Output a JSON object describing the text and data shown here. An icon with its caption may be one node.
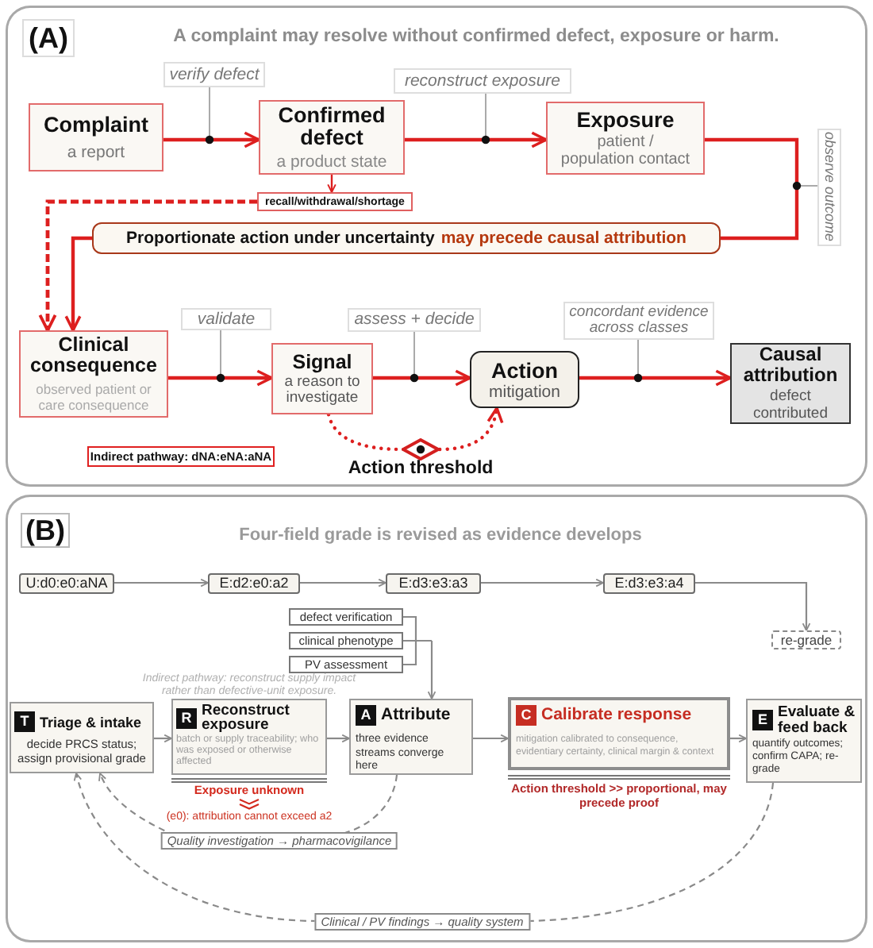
{
  "diagram": {
    "nodes": [
      {
        "text": [
          "(A)",
          "A complaint may resolve without confirmed defect, exposure or harm."
        ]
      },
      {
        "text": [
          "Complaint",
          "a report"
        ],
        "in": 0
      },
      {
        "text": [
          "Confirmed defect",
          "a product state"
        ],
        "in": 0
      },
      {
        "text": [
          "Exposure",
          "patient / population contact"
        ],
        "in": 0
      },
      {
        "text": [
          "recall/withdrawal/shortage"
        ],
        "in": 0
      },
      {
        "text": [
          "Proportionate action under uncertainty",
          "may precede causal attribution"
        ],
        "in": 0
      },
      {
        "text": [
          "Clinical consequence",
          "observed patient or care consequence"
        ],
        "in": 0
      },
      {
        "text": [
          "Signal",
          "a reason to investigate"
        ],
        "in": 0
      },
      {
        "text": [
          "Action",
          "mitigation"
        ],
        "in": 0
      },
      {
        "text": [
          "Causal attribution",
          "defect contributed"
        ],
        "in": 0
      },
      {
        "text": [],
        "shape": "diamond",
        "beside": [
          "Action threshold"
        ],
        "in": 0
      },
      {
        "text": [
          "Indirect pathway: dNA:eNA:aNA"
        ],
        "in": 0
      },
      {
        "text": [
          "(B)",
          "Four-field grade is revised as evidence develops"
        ]
      },
      {
        "text": [
          "U:d0:e0:aNA"
        ],
        "in": 12
      },
      {
        "text": [
          "E:d2:e0:a2"
        ],
        "in": 12
      },
      {
        "text": [
          "E:d3:e3:a3"
        ],
        "in": 12
      },
      {
        "text": [
          "E:d3:e3:a4"
        ],
        "in": 12
      },
      {
        "text": [
          "re-grade"
        ],
        "in": 12
      },
      {
        "text": [
          "defect verification"
        ],
        "in": 12
      },
      {
        "text": [
          "clinical phenotype"
        ],
        "in": 12
      },
      {
        "text": [
          "PV assessment"
        ],
        "in": 12
      },
      {
        "text": [
          "T",
          "Triage & intake",
          "decide PRCS status; assign provisional grade"
        ],
        "in": 12
      },
      {
        "text": [
          "R",
          "Reconstruct exposure",
          "batch or supply traceability; who was exposed or otherwise affected"
        ],
        "in": 12,
        "beside": [
          "Indirect pathway: reconstruct supply impact rather than defective-unit exposure.",
          "Exposure unknown",
          "(e0): attribution cannot exceed a2"
        ]
      },
      {
        "text": [
          "A",
          "Attribute",
          "three evidence streams converge here"
        ],
        "in": 12
      },
      {
        "text": [
          "C",
          "Calibrate response",
          "mitigation calibrated to consequence, evidentiary certainty, clinical margin & context"
        ],
        "in": 12,
        "beside": [
          "Action threshold >> proportional, may precede proof"
        ]
      },
      {
        "text": [
          "E",
          "Evaluate & feed back",
          "quantify outcomes; confirm CAPA; re-grade"
        ],
        "in": 12
      }
    ],
    "edges": [
      {
        "from": 1,
        "to": 2,
        "arrow": "to",
        "label": "verify defect",
        "color": "#dd1f1f"
      },
      {
        "from": 2,
        "to": 3,
        "arrow": "to",
        "label": "reconstruct exposure",
        "color": "#dd1f1f"
      },
      {
        "from": 2,
        "to": 4,
        "arrow": "to",
        "color": "#dd1f1f"
      },
      {
        "from": 3,
        "to": 5,
        "arrow": "none",
        "label": "observe outcome",
        "color": "#dd1f1f"
      },
      {
        "from": 4,
        "to": 6,
        "arrow": "to",
        "style": "dashed",
        "color": "#dd1f1f"
      },
      {
        "from": 5,
        "to": 6,
        "arrow": "to",
        "color": "#dd1f1f"
      },
      {
        "from": 6,
        "to": 7,
        "arrow": "to",
        "label": "validate",
        "color": "#dd1f1f"
      },
      {
        "from": 7,
        "to": 8,
        "arrow": "to",
        "label": "assess + decide",
        "color": "#dd1f1f"
      },
      {
        "from": 8,
        "to": 9,
        "arrow": "to",
        "label": "concordant evidence across classes",
        "color": "#dd1f1f"
      },
      {
        "from": 7,
        "to": 10,
        "arrow": "none",
        "style": "dashed",
        "color": "#dd1f1f"
      },
      {
        "from": 10,
        "to": 8,
        "arrow": "to",
        "style": "dashed",
        "color": "#dd1f1f"
      },
      {
        "from": 13,
        "to": 14,
        "arrow": "to"
      },
      {
        "from": 14,
        "to": 15,
        "arrow": "to"
      },
      {
        "from": 15,
        "to": 16,
        "arrow": "to"
      },
      {
        "from": 16,
        "to": 17,
        "arrow": "to"
      },
      {
        "from": 18,
        "to": 23,
        "arrow": "to"
      },
      {
        "from": 19,
        "to": 23,
        "arrow": "to"
      },
      {
        "from": 20,
        "to": 23,
        "arrow": "to"
      },
      {
        "from": 21,
        "to": 22,
        "arrow": "to"
      },
      {
        "from": 22,
        "to": 23,
        "arrow": "to"
      },
      {
        "from": 23,
        "to": 24,
        "arrow": "to"
      },
      {
        "from": 24,
        "to": 25,
        "arrow": "to"
      },
      {
        "from": 23,
        "to": 21,
        "arrow": "to",
        "style": "dashed",
        "label": "Quality investigation → pharmacovigilance"
      },
      {
        "from": 25,
        "to": 21,
        "arrow": "to",
        "style": "dashed",
        "label": "Clinical / PV findings → quality system"
      }
    ]
  }
}
